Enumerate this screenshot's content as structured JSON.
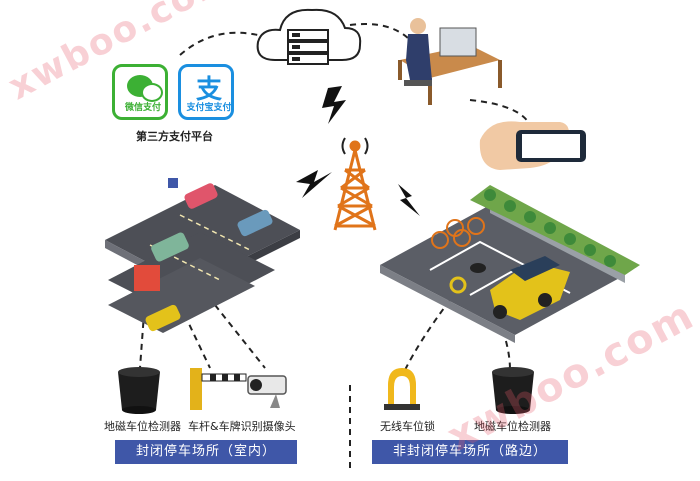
{
  "payment": {
    "wechat_label": "微信支付",
    "alipay_label": "支付宝支付",
    "alipay_glyph": "支",
    "platform_label": "第三方支付平台"
  },
  "indoor": {
    "geomagnetic_label": "地磁车位检测器",
    "barrier_camera_label": "车杆&车牌识别摄像头",
    "banner": "封闭停车场所（室内）"
  },
  "street": {
    "lock_label": "无线车位锁",
    "geomagnetic_label": "地磁车位检测器",
    "banner": "非封闭停车场所（路边）"
  },
  "watermarks": [
    "xwboo.com",
    "xwboo.com"
  ],
  "colors": {
    "banner": "#3f57a8",
    "wechat": "#3cb034",
    "alipay": "#1a8fe0",
    "tower": "#e0741a",
    "car_yellow": "#e3c21a",
    "watermark": "#e85a6a"
  }
}
